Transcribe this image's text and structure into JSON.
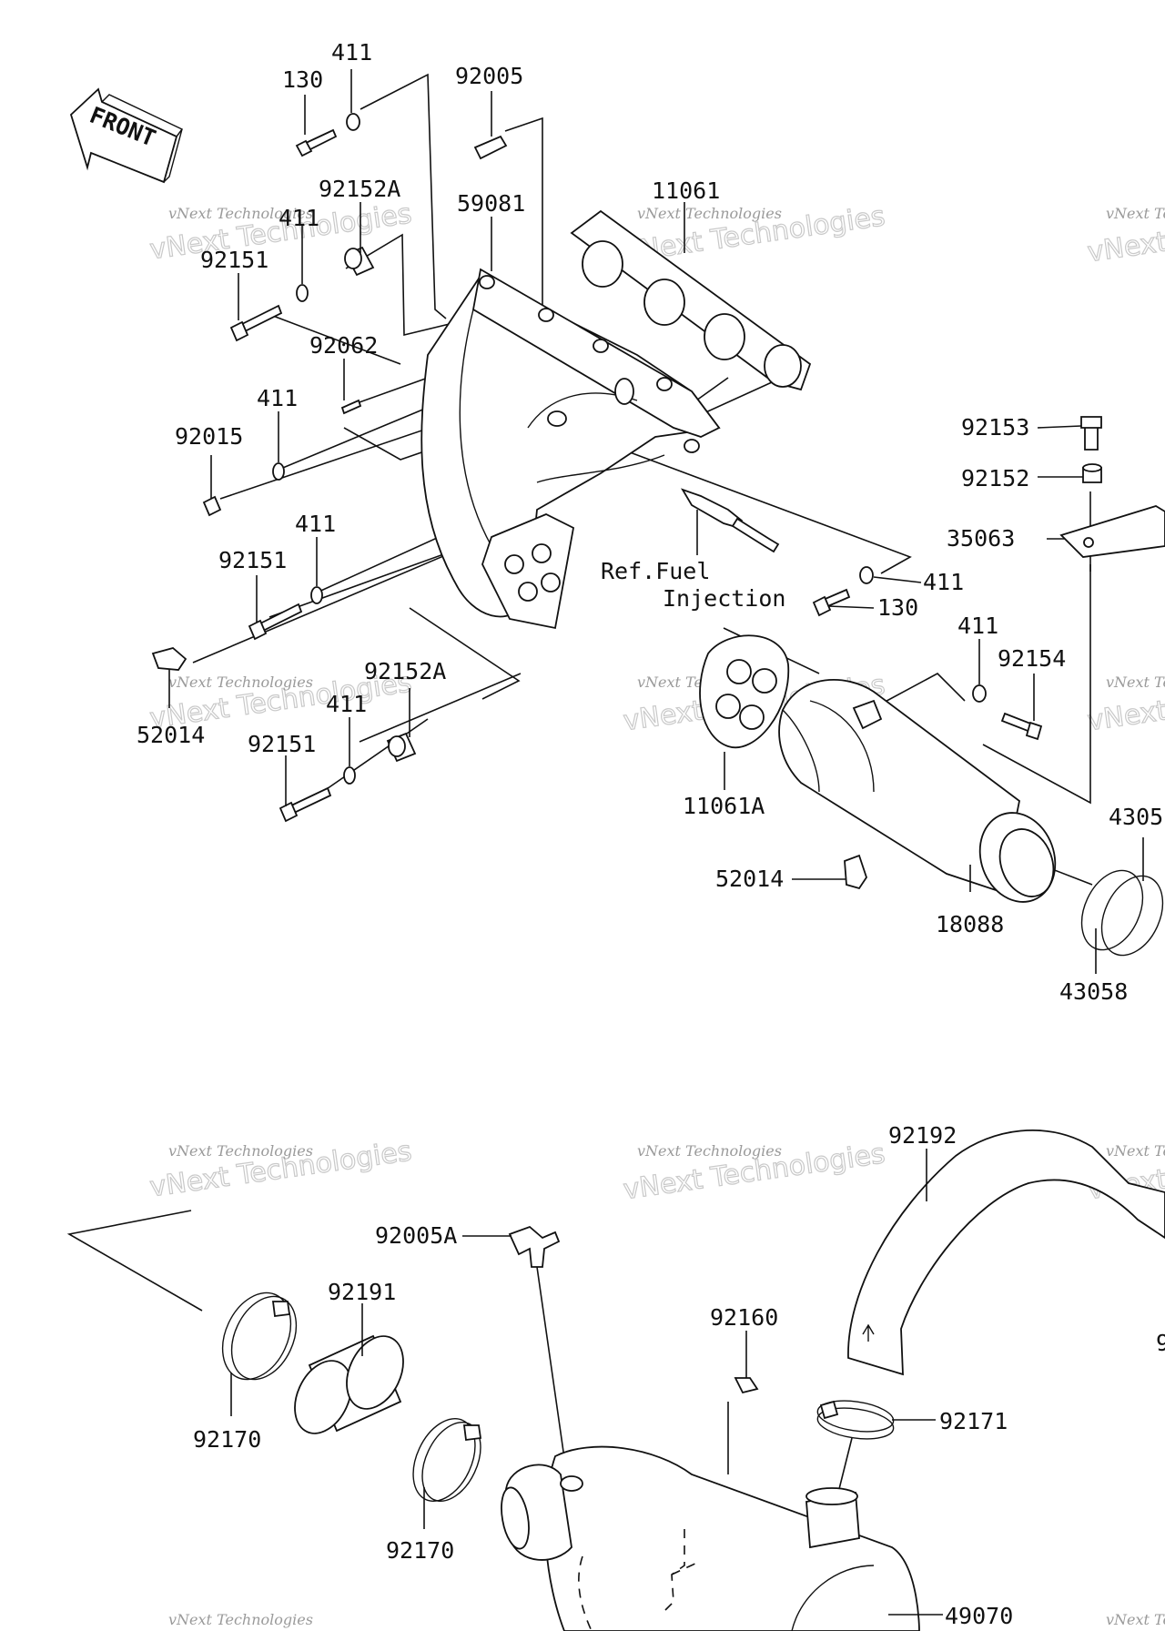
{
  "arrow": {
    "text": "FRONT"
  },
  "watermark": {
    "line1": "vNext Technologies",
    "line2": "vNext Technologies"
  },
  "labels": {
    "l130a": "130",
    "l411a": "411",
    "l92005": "92005",
    "l92152Aa": "92152A",
    "l59081": "59081",
    "l11061": "11061",
    "l92151a": "92151",
    "l411b": "411",
    "l92062": "92062",
    "l411c": "411",
    "l92015": "92015",
    "l411d": "411",
    "l92151b": "92151",
    "l52014a": "52014",
    "l92152Ab": "92152A",
    "l411e": "411",
    "l92151c": "92151",
    "lref1": "Ref.Fuel",
    "lref2": "Injection",
    "l411f": "411",
    "l130b": "130",
    "l92153": "92153",
    "l92152": "92152",
    "l35063": "35063",
    "l411g": "411",
    "l92154": "92154",
    "l11061A": "11061A",
    "l52014b": "52014",
    "l18088": "18088",
    "l4305": "4305",
    "l43058": "43058",
    "l92192": "92192",
    "l92005A": "92005A",
    "l92191": "92191",
    "l92160": "92160",
    "l92170a": "92170",
    "l92171": "92171",
    "l92170b": "92170",
    "l49070": "49070",
    "l9": "9"
  }
}
